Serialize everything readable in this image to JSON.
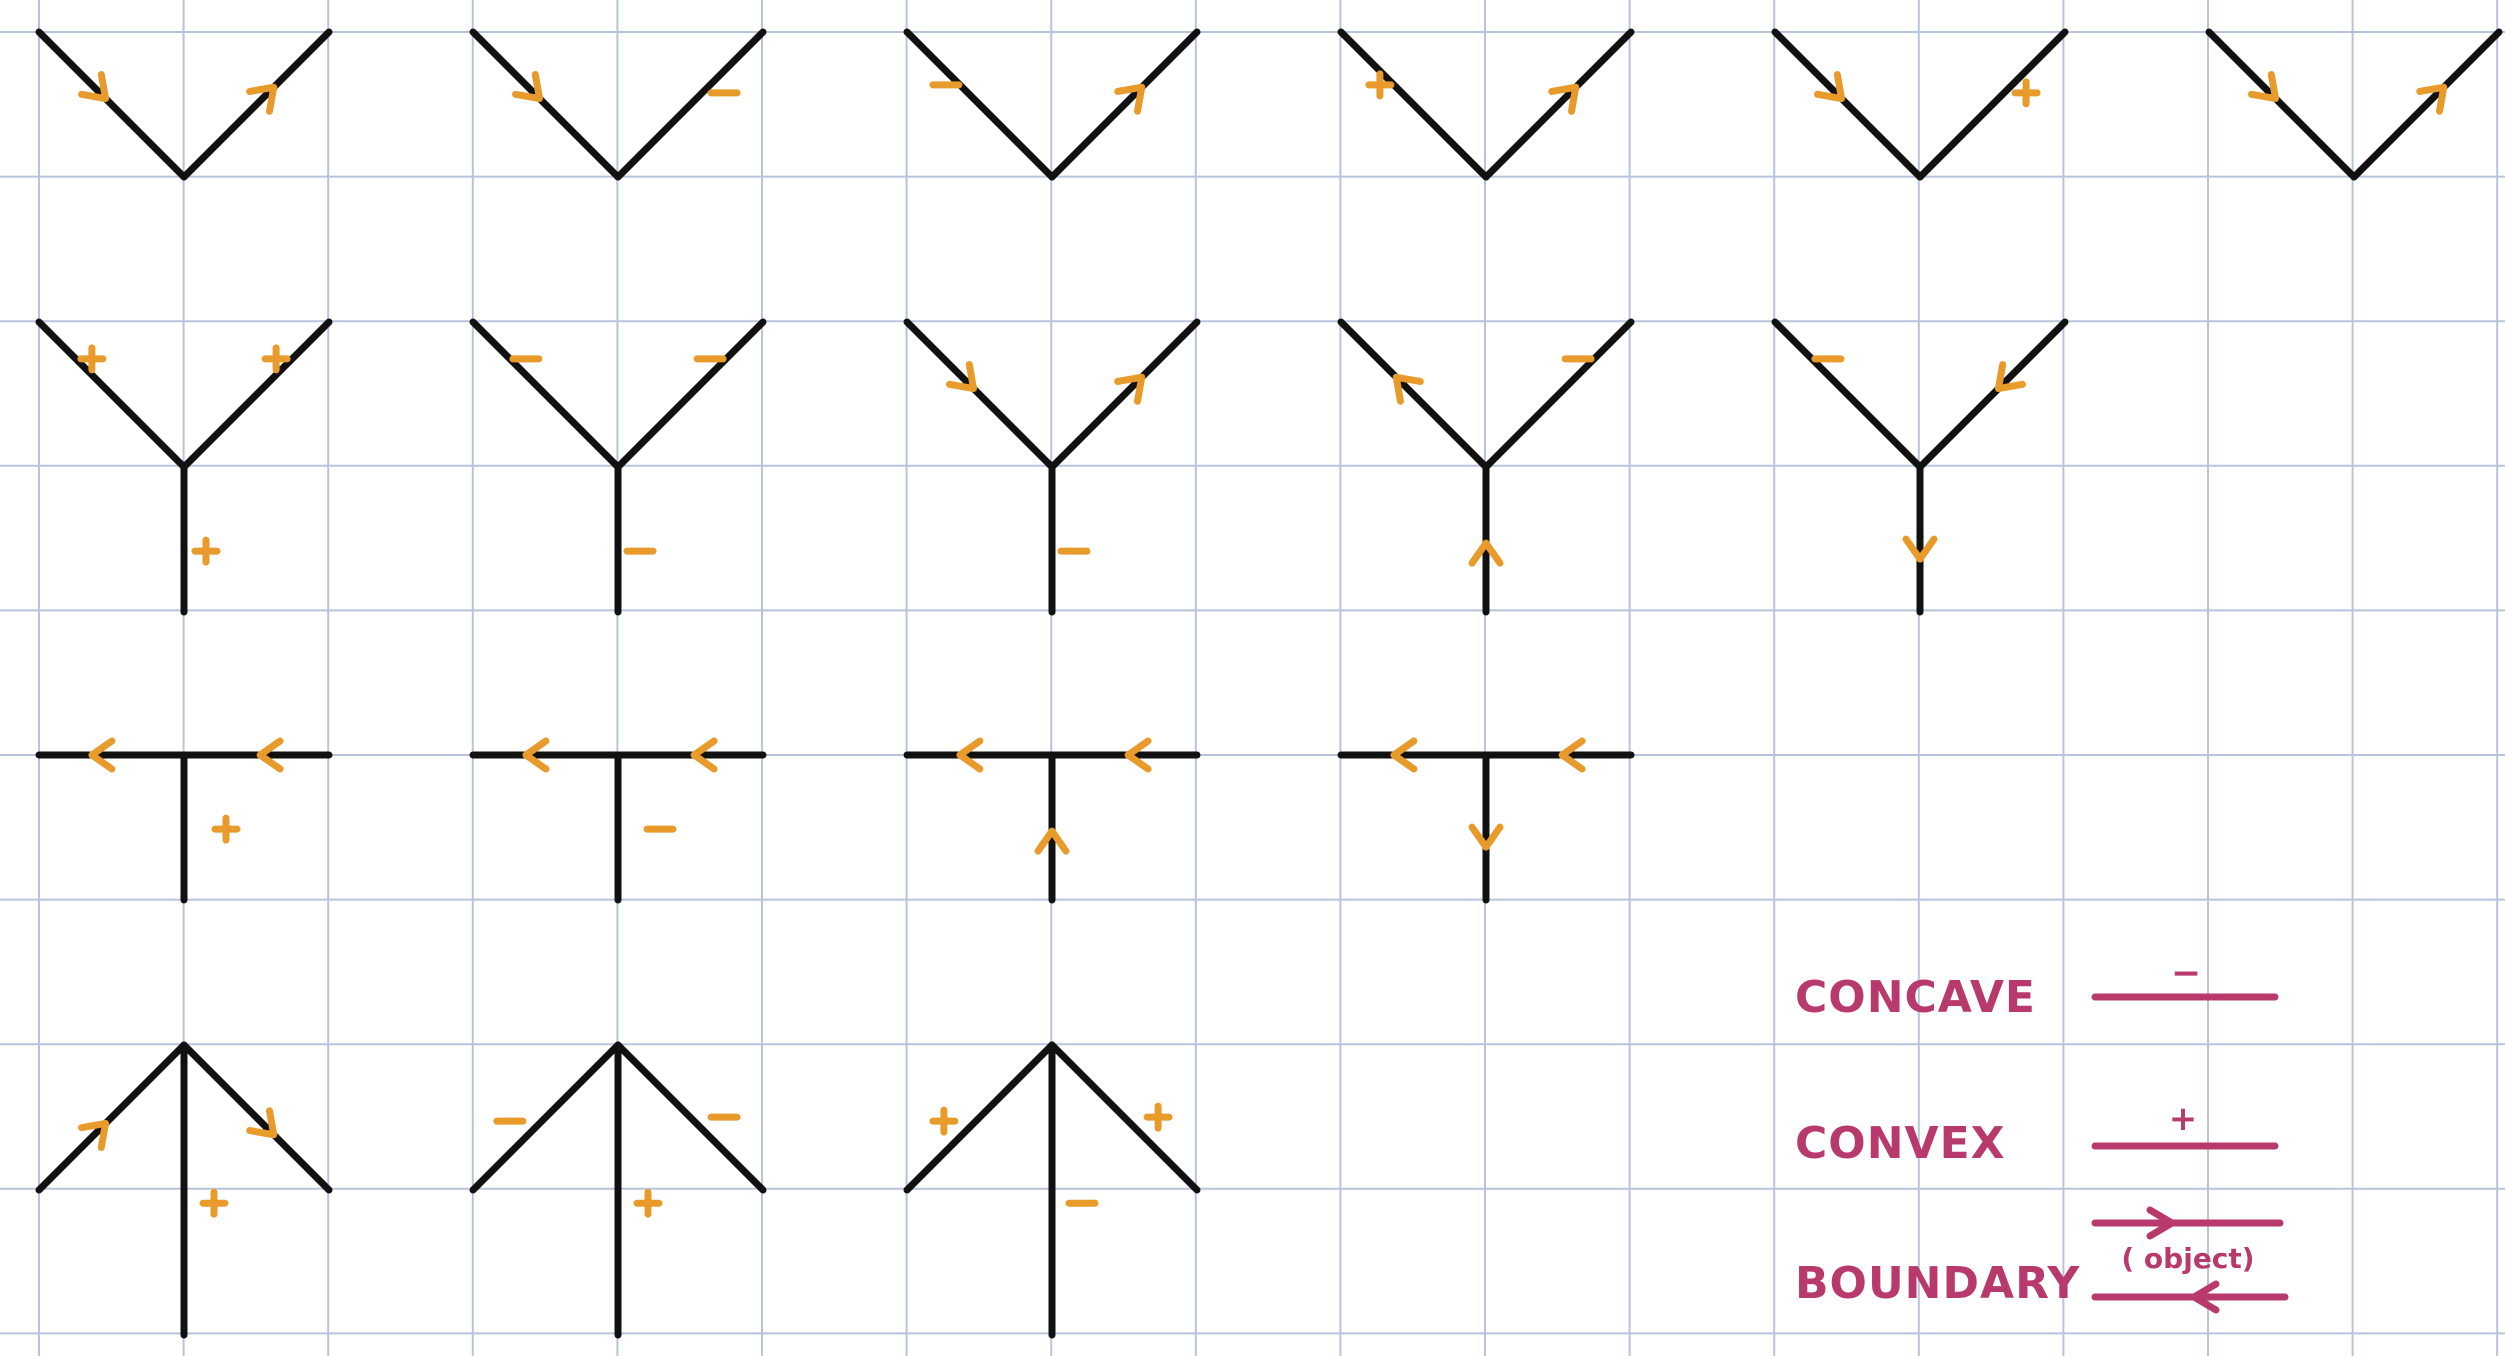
{
  "colors": {
    "grid": "#b8c4dc",
    "edge": "#111111",
    "label": "#e89b2a",
    "legend": "#b83a6c",
    "background": "#ffffff"
  },
  "junctions": {
    "row1_L": [
      {
        "edges": [
          {
            "label": "arrow-in"
          },
          {
            "label": "arrow-out"
          }
        ]
      },
      {
        "edges": [
          {
            "label": "arrow-in"
          },
          {
            "label": "minus"
          }
        ]
      },
      {
        "edges": [
          {
            "label": "minus"
          },
          {
            "label": "arrow-out"
          }
        ]
      },
      {
        "edges": [
          {
            "label": "plus"
          },
          {
            "label": "arrow-out"
          }
        ]
      },
      {
        "edges": [
          {
            "label": "arrow-in"
          },
          {
            "label": "plus"
          }
        ]
      },
      {
        "edges": [
          {
            "label": "arrow-in"
          },
          {
            "label": "arrow-out"
          }
        ]
      }
    ],
    "row2_Y": [
      {
        "edges": [
          {
            "label": "plus"
          },
          {
            "label": "plus"
          },
          {
            "label": "plus"
          }
        ]
      },
      {
        "edges": [
          {
            "label": "minus"
          },
          {
            "label": "minus"
          },
          {
            "label": "minus"
          }
        ]
      },
      {
        "edges": [
          {
            "label": "arrow-in"
          },
          {
            "label": "arrow-out"
          },
          {
            "label": "minus"
          }
        ]
      },
      {
        "edges": [
          {
            "label": "arrow-out"
          },
          {
            "label": "minus"
          },
          {
            "label": "arrow-in"
          }
        ]
      },
      {
        "edges": [
          {
            "label": "minus"
          },
          {
            "label": "arrow-in"
          },
          {
            "label": "arrow-out"
          }
        ]
      }
    ],
    "row3_T": [
      {
        "edges": [
          {
            "label": "arrow-out"
          },
          {
            "label": "arrow-in"
          },
          {
            "label": "plus"
          }
        ]
      },
      {
        "edges": [
          {
            "label": "arrow-out"
          },
          {
            "label": "arrow-in"
          },
          {
            "label": "minus"
          }
        ]
      },
      {
        "edges": [
          {
            "label": "arrow-out"
          },
          {
            "label": "arrow-in"
          },
          {
            "label": "arrow-in"
          }
        ]
      },
      {
        "edges": [
          {
            "label": "arrow-out"
          },
          {
            "label": "arrow-in"
          },
          {
            "label": "arrow-out"
          }
        ]
      }
    ],
    "row4_arrow": [
      {
        "edges": [
          {
            "label": "arrow-in"
          },
          {
            "label": "arrow-out"
          },
          {
            "label": "plus"
          }
        ]
      },
      {
        "edges": [
          {
            "label": "minus"
          },
          {
            "label": "minus"
          },
          {
            "label": "plus"
          }
        ]
      },
      {
        "edges": [
          {
            "label": "plus"
          },
          {
            "label": "plus"
          },
          {
            "label": "minus"
          }
        ]
      }
    ]
  },
  "legend": {
    "concave": {
      "label": "CONCAVE",
      "mark": "−"
    },
    "convex": {
      "label": "CONVEX",
      "mark": "+"
    },
    "boundary": {
      "label": "BOUNDARY",
      "note": "( object)"
    }
  }
}
